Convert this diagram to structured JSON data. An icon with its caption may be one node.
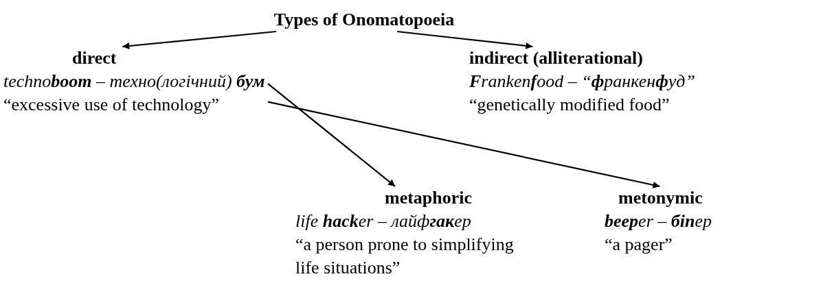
{
  "diagram": {
    "nodes": [
      {
        "text": [
          "Types of Onomatopoeia"
        ]
      },
      {
        "text": [
          "direct",
          "techno**boom** – техно(логічний) **бум**",
          "“excessive use of technology”"
        ]
      },
      {
        "text": [
          "indirect (alliterational)",
          "**F**ranken**f**ood – “**ф**ранкен**ф**уд”",
          "“genetically modified food”"
        ]
      },
      {
        "text": [
          "metaphoric",
          "life **hack**er – лайф**гак**ер",
          "“a person prone to simplifying life situations”"
        ]
      },
      {
        "text": [
          "metonymic",
          "**beep**er – **біп**ер",
          "“a pager”"
        ]
      }
    ],
    "edges": [
      {
        "from": 0,
        "to": 1,
        "arrow": "to"
      },
      {
        "from": 0,
        "to": 2,
        "arrow": "to"
      },
      {
        "from": 1,
        "to": 3,
        "arrow": "to"
      },
      {
        "from": 1,
        "to": 4,
        "arrow": "to"
      }
    ]
  }
}
